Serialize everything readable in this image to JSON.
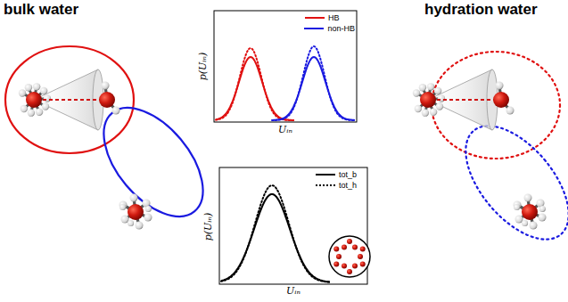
{
  "diagram": {
    "labels": [
      "bulk water",
      "hydration water",
      "p(Uᵢₙ)",
      "Uᵢₙ",
      "p(Uᵢₙ)",
      "Uᵢₙ"
    ],
    "legend": [
      {
        "text": "HB"
      },
      {
        "text": "non-HB"
      },
      {
        "text": "tot_b"
      },
      {
        "text": "tot_h"
      }
    ]
  }
}
